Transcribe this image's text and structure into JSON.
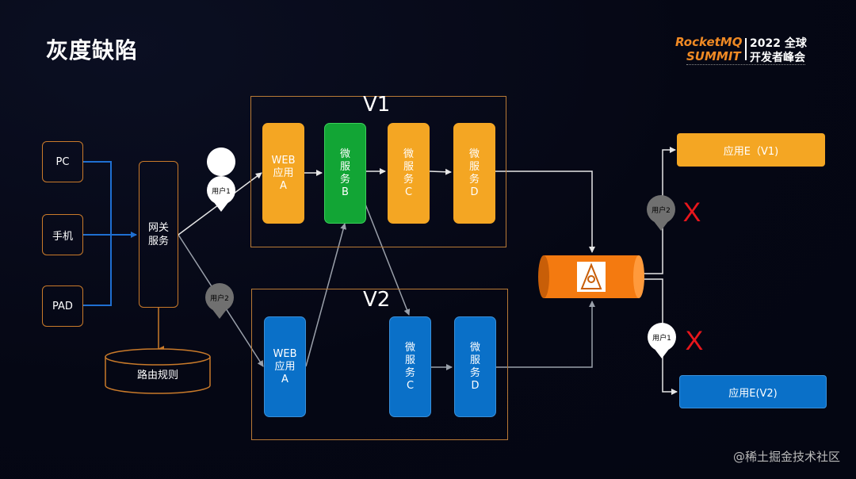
{
  "title": "灰度缺陷",
  "logo": {
    "brand_line1": "RocketMQ",
    "brand_line2": "SUMMIT",
    "event_line1": "2022 全球",
    "event_line2": "开发者峰会"
  },
  "devices": [
    {
      "label": "PC"
    },
    {
      "label": "手机"
    },
    {
      "label": "PAD"
    }
  ],
  "gateway": {
    "label": "网关服务"
  },
  "routing_rules": {
    "label": "路由规则"
  },
  "v1": {
    "label": "V1",
    "services": [
      {
        "label": "WEB 应用 A",
        "color": "#f4a623"
      },
      {
        "label": "微 服 务 B",
        "color": "#12a535"
      },
      {
        "label": "微 服 务 C",
        "color": "#f4a623"
      },
      {
        "label": "微 服 务 D",
        "color": "#f4a623"
      }
    ]
  },
  "v2": {
    "label": "V2",
    "services": [
      {
        "label": "WEB 应用 A",
        "color": "#0a70c8"
      },
      {
        "label": "微 服 务 C",
        "color": "#0a70c8"
      },
      {
        "label": "微 服 务 D",
        "color": "#0a70c8"
      }
    ]
  },
  "user_pins": {
    "user1_label": "用户1",
    "user2_label": "用户2"
  },
  "mark_x": "X",
  "app_e_v1": {
    "label": "应用E（V1)",
    "color": "#f4a623"
  },
  "app_e_v2": {
    "label": "应用E(V2)",
    "color": "#0a70c8"
  },
  "watermark": "@稀土掘金技术社区",
  "colors": {
    "connector_blue": "#1f6fd1",
    "connector_orange": "#c97a2a",
    "connector_gray": "#9aa0aa",
    "connector_white": "#e6e6e6",
    "queue_orange": "#f47a10",
    "cross_red": "#e8161c"
  }
}
